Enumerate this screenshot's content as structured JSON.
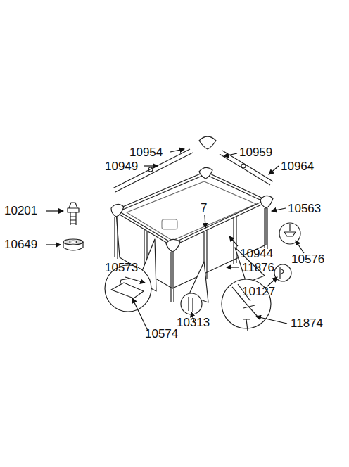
{
  "diagram": {
    "labels": [
      "10954",
      "10959",
      "10949",
      "10964",
      "10563",
      "10201",
      "10649",
      "7",
      "10944",
      "10576",
      "10573",
      "11876",
      "10127",
      "10574",
      "10313",
      "11874"
    ]
  }
}
